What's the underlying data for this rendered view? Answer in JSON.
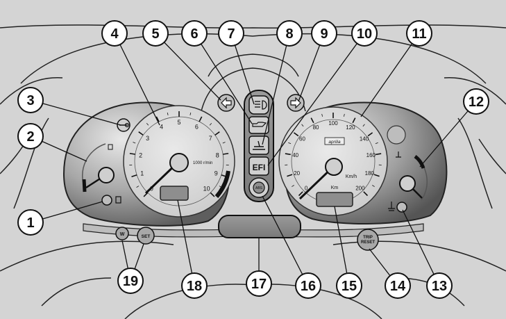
{
  "callouts": [
    "1",
    "2",
    "3",
    "4",
    "5",
    "6",
    "7",
    "8",
    "9",
    "10",
    "11",
    "12",
    "13",
    "14",
    "15",
    "16",
    "17",
    "18",
    "19"
  ],
  "tachometer": {
    "ticks": [
      "0",
      "1",
      "2",
      "3",
      "4",
      "5",
      "6",
      "7",
      "8",
      "9",
      "10"
    ],
    "unit": "1000 r/min"
  },
  "speedometer": {
    "ticks": [
      "0",
      "20",
      "40",
      "60",
      "80",
      "100",
      "120",
      "140",
      "160",
      "180",
      "200"
    ],
    "brand": "aprilia",
    "unit": "Km/h",
    "odometer_unit": "Km"
  },
  "warning_lights": {
    "efi": "EFI",
    "abs": "ABS"
  },
  "buttons": {
    "set": "SET",
    "mode": "W",
    "trip_line1": "TRIP",
    "trip_line2": "RESET"
  },
  "colors": {
    "background": "#d4d4d4",
    "dial_face": "#d0d0d0",
    "cluster_shade": "#9a9a9a",
    "redline": "#111111"
  }
}
